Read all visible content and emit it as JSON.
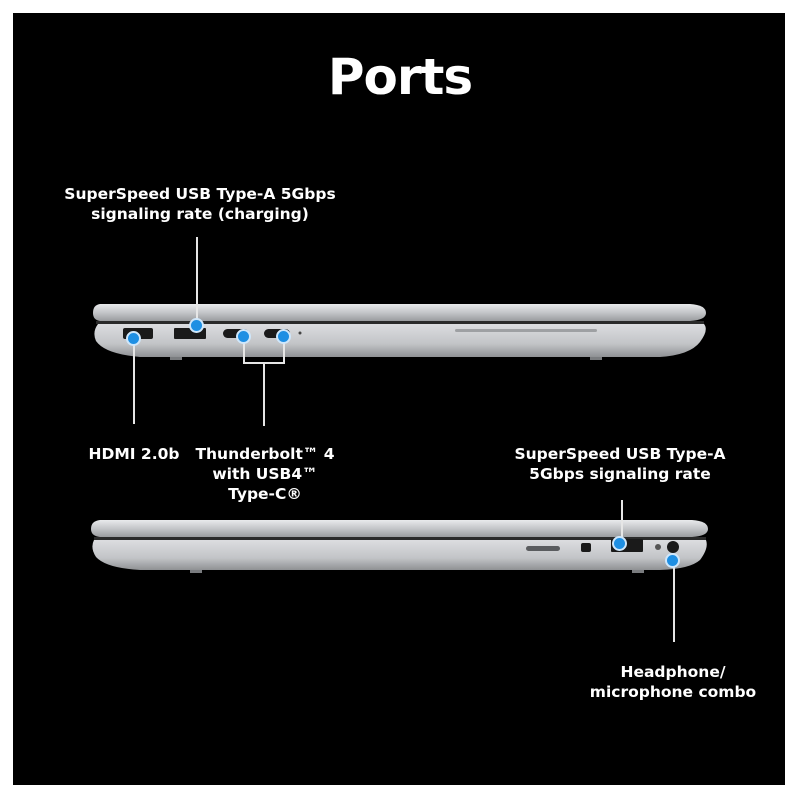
{
  "title": "Ports",
  "labels": {
    "usb_a_charging_line1": "SuperSpeed USB Type-A 5Gbps",
    "usb_a_charging_line2": "signaling rate (charging)",
    "hdmi": "HDMI 2.0b",
    "thunderbolt_line1": "Thunderbolt™ 4",
    "thunderbolt_line2": "with USB4™",
    "thunderbolt_line3": "Type-C®",
    "usb_a_line1": "SuperSpeed USB Type-A",
    "usb_a_line2": "5Gbps signaling rate",
    "headphone_line1": "Headphone/",
    "headphone_line2": "microphone combo"
  },
  "colors": {
    "background": "#000000",
    "text": "#ffffff",
    "marker": "#1e8fe3",
    "laptop_body": "#c9cacc"
  },
  "icons": [
    "hdmi-port-icon",
    "usb-a-port-icon",
    "usb-c-port-icon",
    "audio-jack-icon",
    "lock-slot-icon",
    "sd-slot-icon"
  ]
}
